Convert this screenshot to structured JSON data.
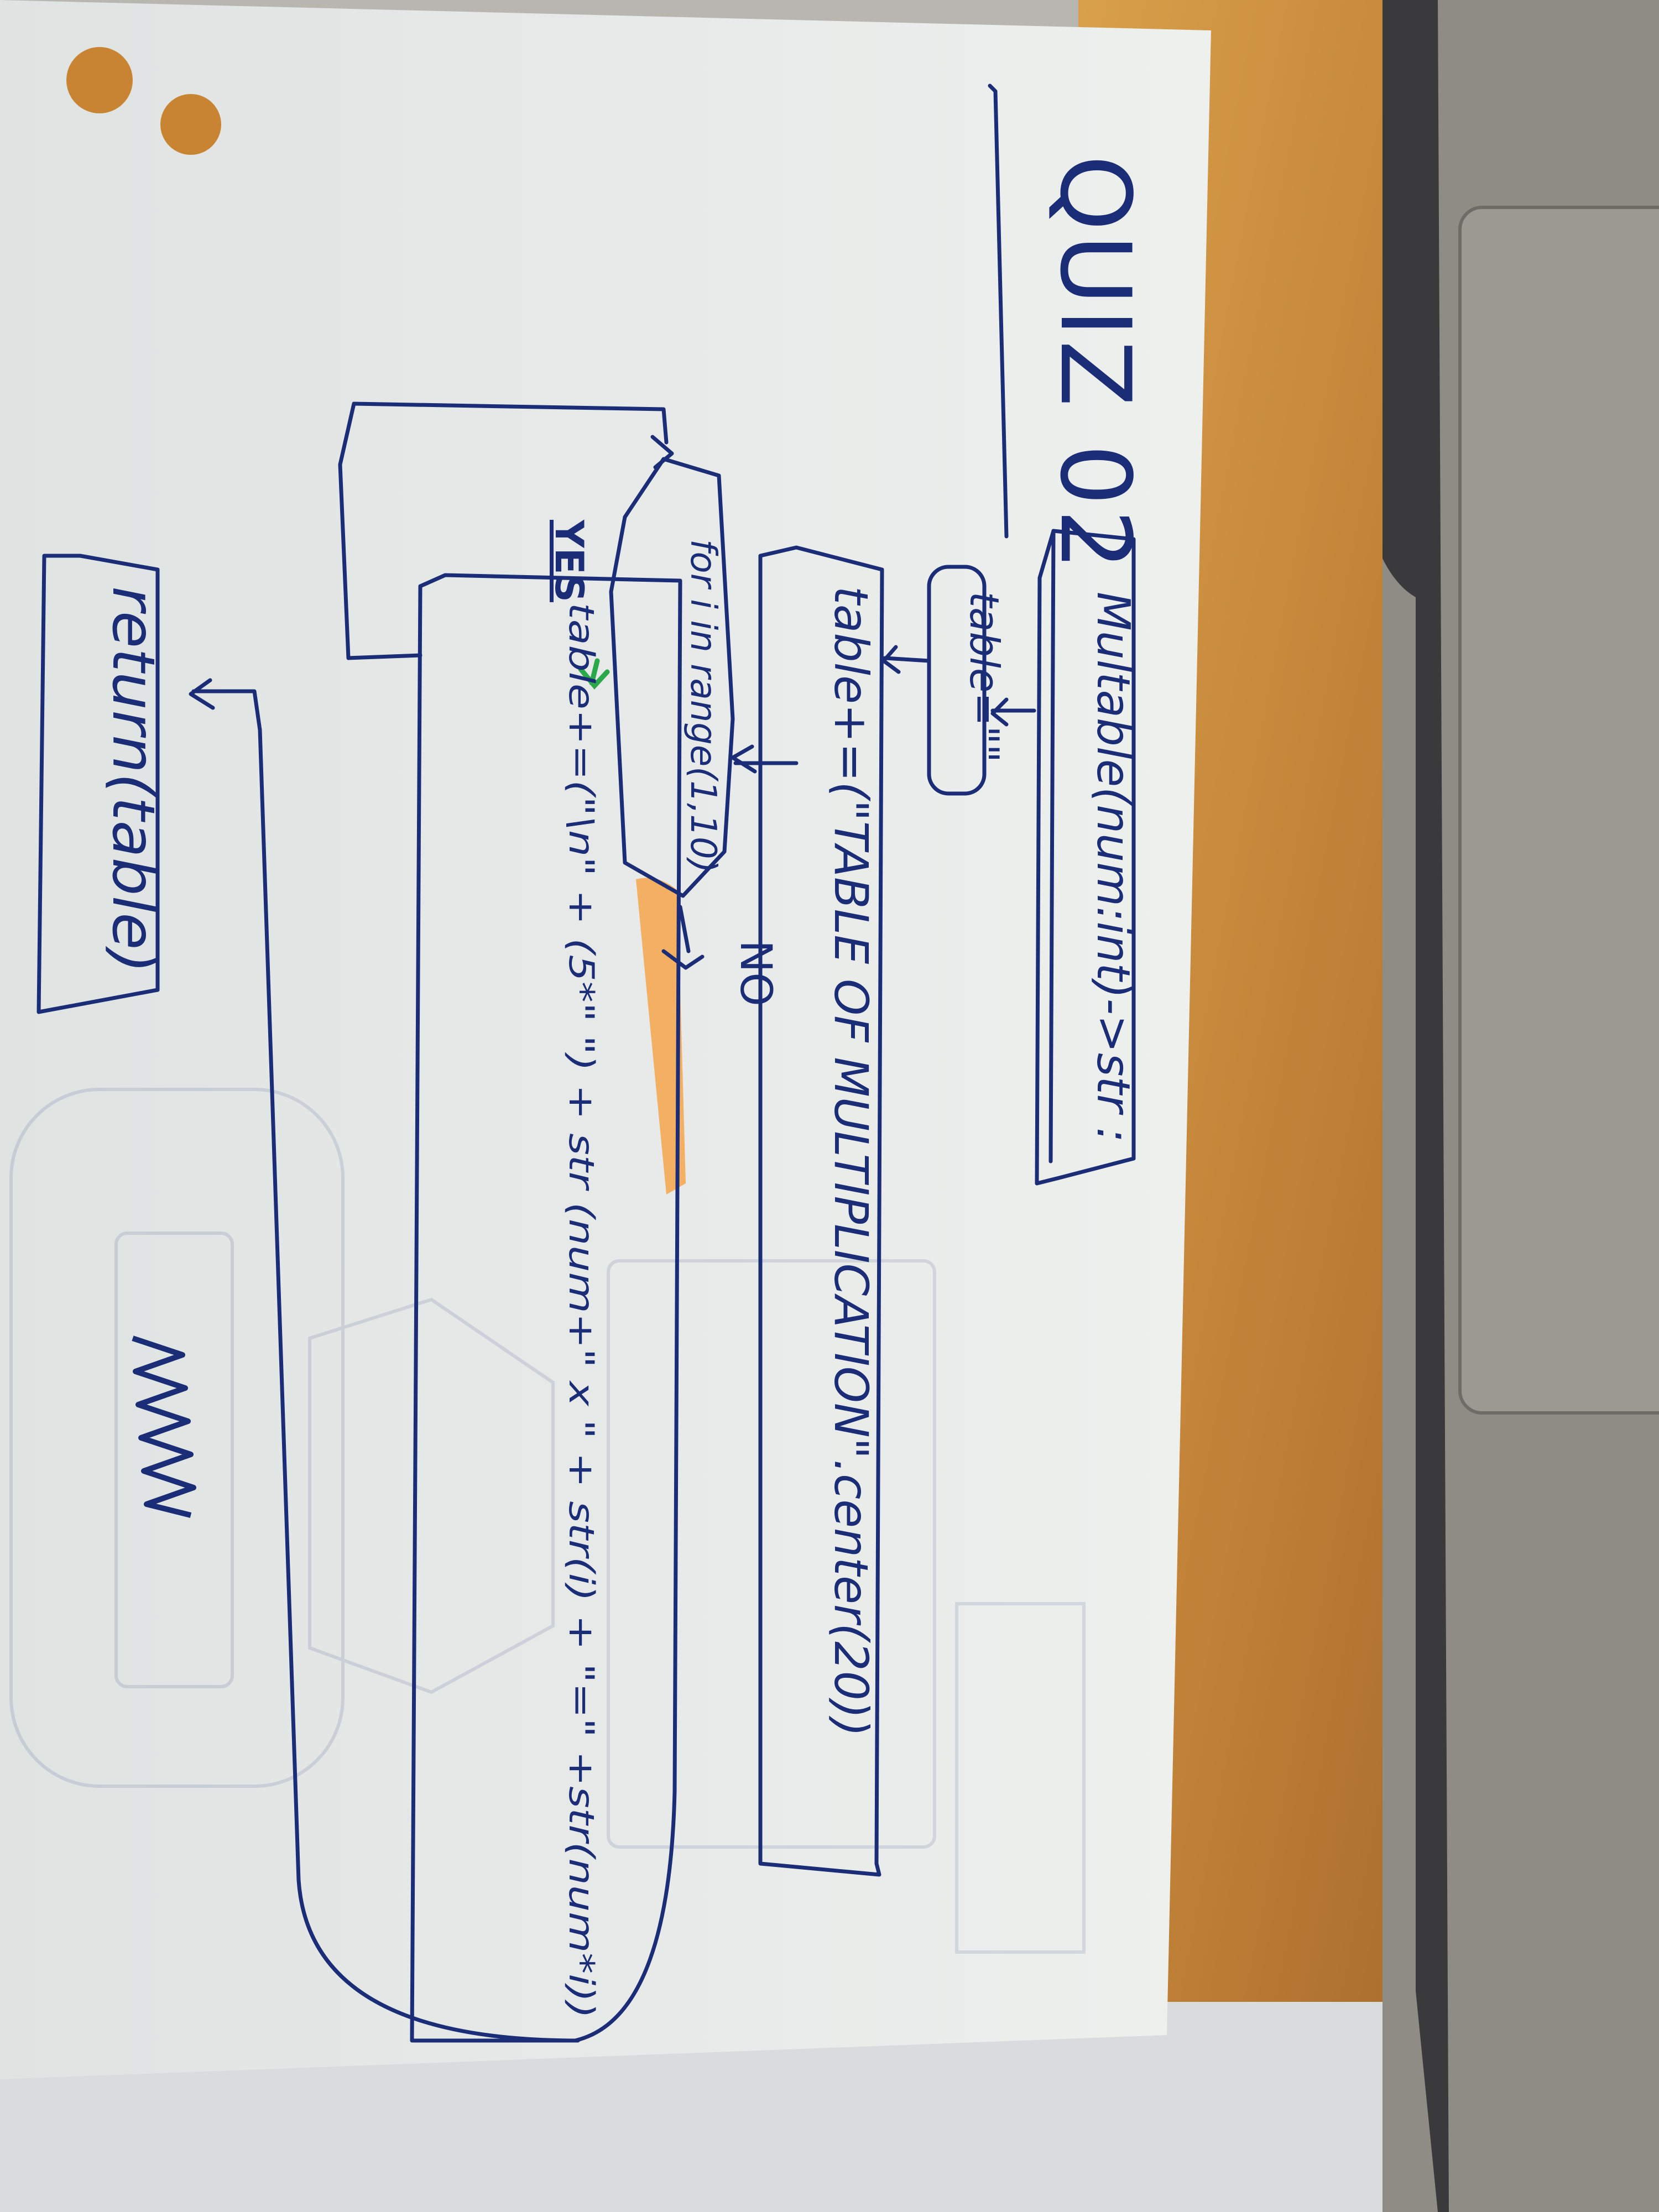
{
  "flowchart": {
    "title": "QUIZ 02",
    "nodes": {
      "function_def": "Multable(num:int)->str :",
      "init": "table=\"\"",
      "header": "table+=(\"TABLE OF MULTIPLICATION\".center(20))",
      "loop_decision": "for i in range(1,10)",
      "loop_body": "table+=(\"\\n\" + (5*\"  \") + str (num+\" x \" + str(i) + \"=\" +str(num*i))",
      "return": "return(table)"
    },
    "branches": {
      "yes": "YES",
      "no": "NO"
    }
  },
  "colors": {
    "paper": "#e9ece9",
    "desk": "#c98a3a",
    "laptop": "#8f8c86",
    "ink": "#1c2d78",
    "highlight": "#f5a44a",
    "yes_marker": "#2aa84a"
  }
}
